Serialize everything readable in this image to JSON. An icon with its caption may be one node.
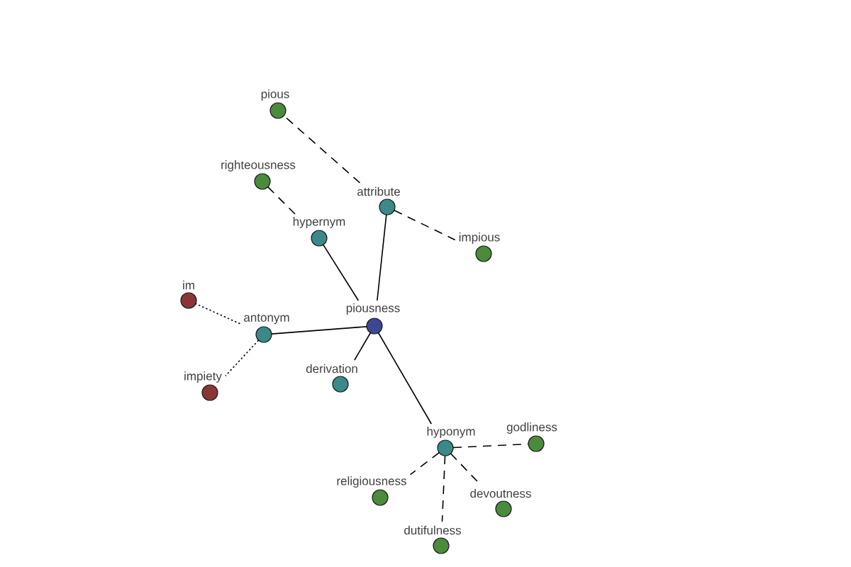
{
  "diagram": {
    "nodes": [
      {
        "text": [
          "pious"
        ]
      },
      {
        "text": [
          "righteousness"
        ]
      },
      {
        "text": [
          "attribute"
        ]
      },
      {
        "text": [
          "hypernym"
        ]
      },
      {
        "text": [
          "impious"
        ]
      },
      {
        "text": [
          "im"
        ]
      },
      {
        "text": [
          "piousness"
        ]
      },
      {
        "text": [
          "antonym"
        ]
      },
      {
        "text": [
          "derivation"
        ]
      },
      {
        "text": [
          "impiety"
        ]
      },
      {
        "text": [
          "godliness"
        ]
      },
      {
        "text": [
          "hyponym"
        ]
      },
      {
        "text": [
          "religiousness"
        ]
      },
      {
        "text": [
          "devoutness"
        ]
      },
      {
        "text": [
          "dutifulness"
        ]
      }
    ],
    "edges": [
      {
        "from": 6,
        "to": 3,
        "arrow": "none"
      },
      {
        "from": 6,
        "to": 2,
        "arrow": "none"
      },
      {
        "from": 6,
        "to": 7,
        "arrow": "none"
      },
      {
        "from": 6,
        "to": 8,
        "arrow": "none"
      },
      {
        "from": 6,
        "to": 11,
        "arrow": "none"
      },
      {
        "from": 3,
        "to": 1,
        "arrow": "none",
        "style": "dashed"
      },
      {
        "from": 2,
        "to": 0,
        "arrow": "none",
        "style": "dashed"
      },
      {
        "from": 2,
        "to": 4,
        "arrow": "none",
        "style": "dashed"
      },
      {
        "from": 7,
        "to": 5,
        "arrow": "none",
        "style": "dashed"
      },
      {
        "from": 7,
        "to": 9,
        "arrow": "none",
        "style": "dashed"
      },
      {
        "from": 11,
        "to": 10,
        "arrow": "none",
        "style": "dashed"
      },
      {
        "from": 11,
        "to": 12,
        "arrow": "none",
        "style": "dashed"
      },
      {
        "from": 11,
        "to": 13,
        "arrow": "none",
        "style": "dashed"
      },
      {
        "from": 11,
        "to": 14,
        "arrow": "none",
        "style": "dashed"
      }
    ]
  }
}
